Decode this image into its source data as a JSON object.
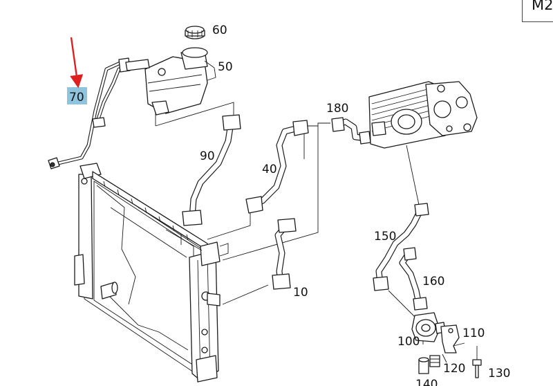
{
  "page": {
    "corner_badge": "M2"
  },
  "highlight": {
    "part": "70",
    "color": "#8fc4de",
    "arrow_color": "#e02020"
  },
  "callouts": {
    "c10": "10",
    "c40": "40",
    "c50": "50",
    "c60": "60",
    "c70": "70",
    "c90": "90",
    "c100": "100",
    "c110": "110",
    "c120": "120",
    "c130": "130",
    "c140": "140",
    "c150": "150",
    "c160": "160",
    "c180": "180"
  }
}
